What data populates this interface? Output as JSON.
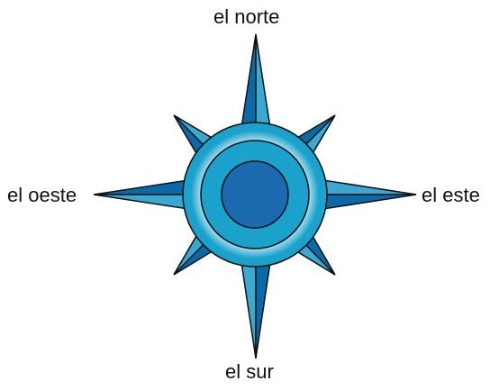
{
  "labels": {
    "north": "el norte",
    "south": "el sur",
    "east": "el este",
    "west": "el oeste"
  },
  "colors": {
    "outline": "#111111",
    "point_dark": "#0a6aa8",
    "point_light": "#3aa9d2",
    "center_dark": "#1b6ab0",
    "ring_mid": "#1aa2cc",
    "ring_light": "#8fd0e6",
    "ring_white": "#f3fbfe"
  }
}
